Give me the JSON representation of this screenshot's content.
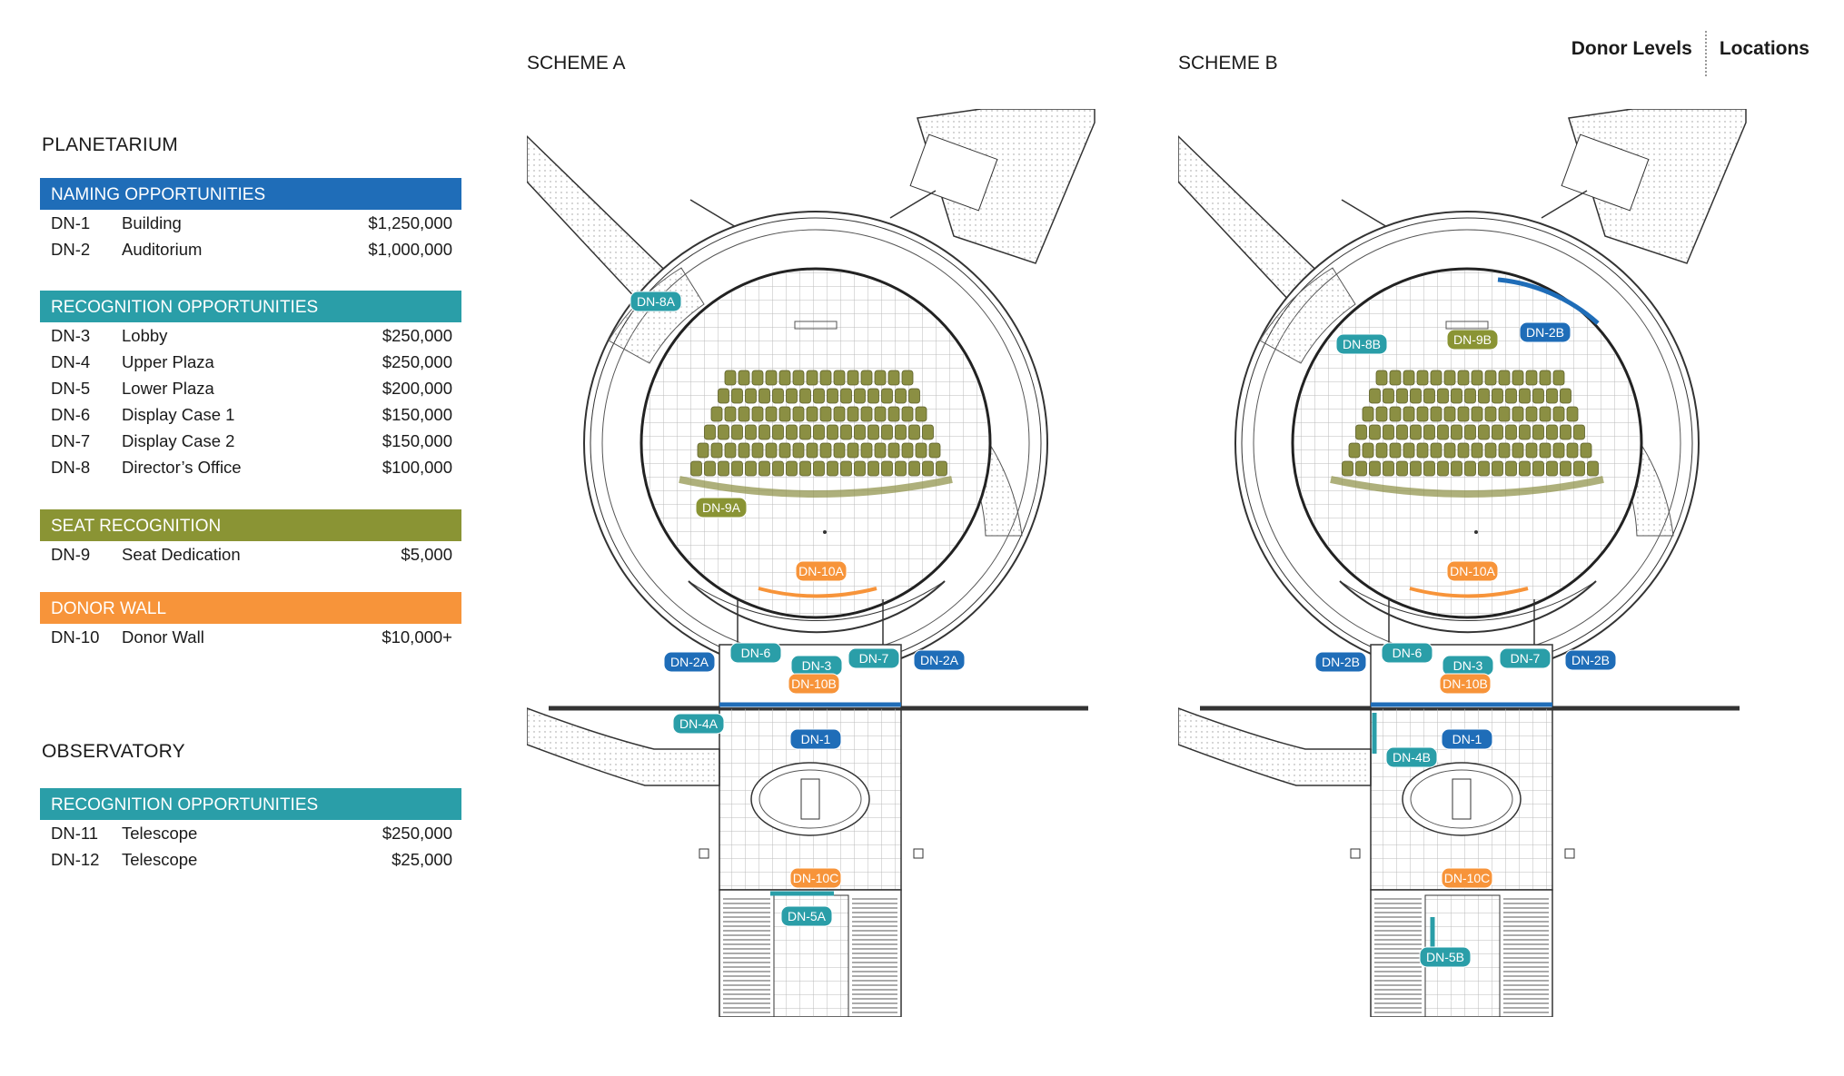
{
  "nav": {
    "donor_levels": "Donor Levels",
    "locations": "Locations"
  },
  "planetarium_title": "PLANETARIUM",
  "observatory_title": "OBSERVATORY",
  "colors": {
    "blue": "#1f6db8",
    "teal": "#2a9ea8",
    "olive": "#8a9434",
    "orange": "#f7943a",
    "seat": "#8b8f43"
  },
  "boxes": {
    "naming": {
      "header": "NAMING OPPORTUNITIES",
      "rows": [
        {
          "code": "DN-1",
          "name": "Building",
          "amount": "$1,250,000"
        },
        {
          "code": "DN-2",
          "name": "Auditorium",
          "amount": "$1,000,000"
        }
      ]
    },
    "recognition": {
      "header": "RECOGNITION OPPORTUNITIES",
      "rows": [
        {
          "code": "DN-3",
          "name": "Lobby",
          "amount": "$250,000"
        },
        {
          "code": "DN-4",
          "name": "Upper Plaza",
          "amount": "$250,000"
        },
        {
          "code": "DN-5",
          "name": "Lower Plaza",
          "amount": "$200,000"
        },
        {
          "code": "DN-6",
          "name": "Display Case 1",
          "amount": "$150,000"
        },
        {
          "code": "DN-7",
          "name": "Display Case 2",
          "amount": "$150,000"
        },
        {
          "code": "DN-8",
          "name": "Director’s Office",
          "amount": "$100,000"
        }
      ]
    },
    "seat": {
      "header": "SEAT RECOGNITION",
      "rows": [
        {
          "code": "DN-9",
          "name": "Seat Dedication",
          "amount": "$5,000"
        }
      ]
    },
    "donor_wall": {
      "header": "DONOR WALL",
      "rows": [
        {
          "code": "DN-10",
          "name": "Donor Wall",
          "amount": "$10,000+"
        }
      ]
    },
    "observatory": {
      "header": "RECOGNITION OPPORTUNITIES",
      "rows": [
        {
          "code": "DN-11",
          "name": "Telescope",
          "amount": "$250,000"
        },
        {
          "code": "DN-12",
          "name": "Telescope",
          "amount": "$25,000"
        }
      ]
    }
  },
  "schemes": {
    "a": {
      "title": "SCHEME A",
      "tags": {
        "dn8": "DN-8A",
        "dn9": "DN-9A",
        "dn10a": "DN-10A",
        "dn2l": "DN-2A",
        "dn6": "DN-6",
        "dn3": "DN-3",
        "dn7": "DN-7",
        "dn2r": "DN-2A",
        "dn10b": "DN-10B",
        "dn4": "DN-4A",
        "dn1": "DN-1",
        "dn10c": "DN-10C",
        "dn5": "DN-5A"
      }
    },
    "b": {
      "title": "SCHEME B",
      "tags": {
        "dn8": "DN-8B",
        "dn9": "DN-9B",
        "dn2top": "DN-2B",
        "dn10a": "DN-10A",
        "dn2l": "DN-2B",
        "dn6": "DN-6",
        "dn3": "DN-3",
        "dn7": "DN-7",
        "dn2r": "DN-2B",
        "dn10b": "DN-10B",
        "dn1": "DN-1",
        "dn4": "DN-4B",
        "dn10c": "DN-10C",
        "dn5": "DN-5B"
      }
    }
  }
}
